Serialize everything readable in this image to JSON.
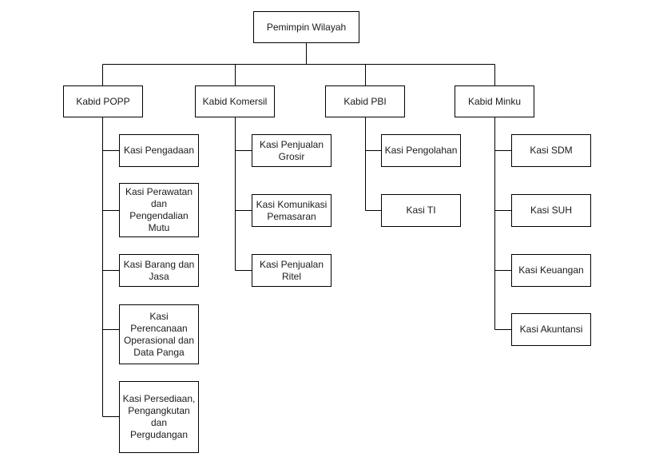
{
  "root": {
    "label": "Pemimpin Wilayah"
  },
  "divisions": [
    {
      "label": "Kabid POPP",
      "sections": [
        "Kasi Pengadaan",
        "Kasi Perawatan dan Pengendalian Mutu",
        "Kasi Barang dan Jasa",
        "Kasi Perencanaan Operasional dan Data Panga",
        "Kasi Persediaan, Pengangkutan dan Pergudangan"
      ]
    },
    {
      "label": "Kabid Komersil",
      "sections": [
        "Kasi Penjualan Grosir",
        "Kasi Komunikasi Pemasaran",
        "Kasi Penjualan Ritel"
      ]
    },
    {
      "label": "Kabid PBI",
      "sections": [
        "Kasi Pengolahan",
        "Kasi TI"
      ]
    },
    {
      "label": "Kabid Minku",
      "sections": [
        "Kasi SDM",
        "Kasi SUH",
        "Kasi Keuangan",
        "Kasi Akuntansi"
      ]
    }
  ]
}
